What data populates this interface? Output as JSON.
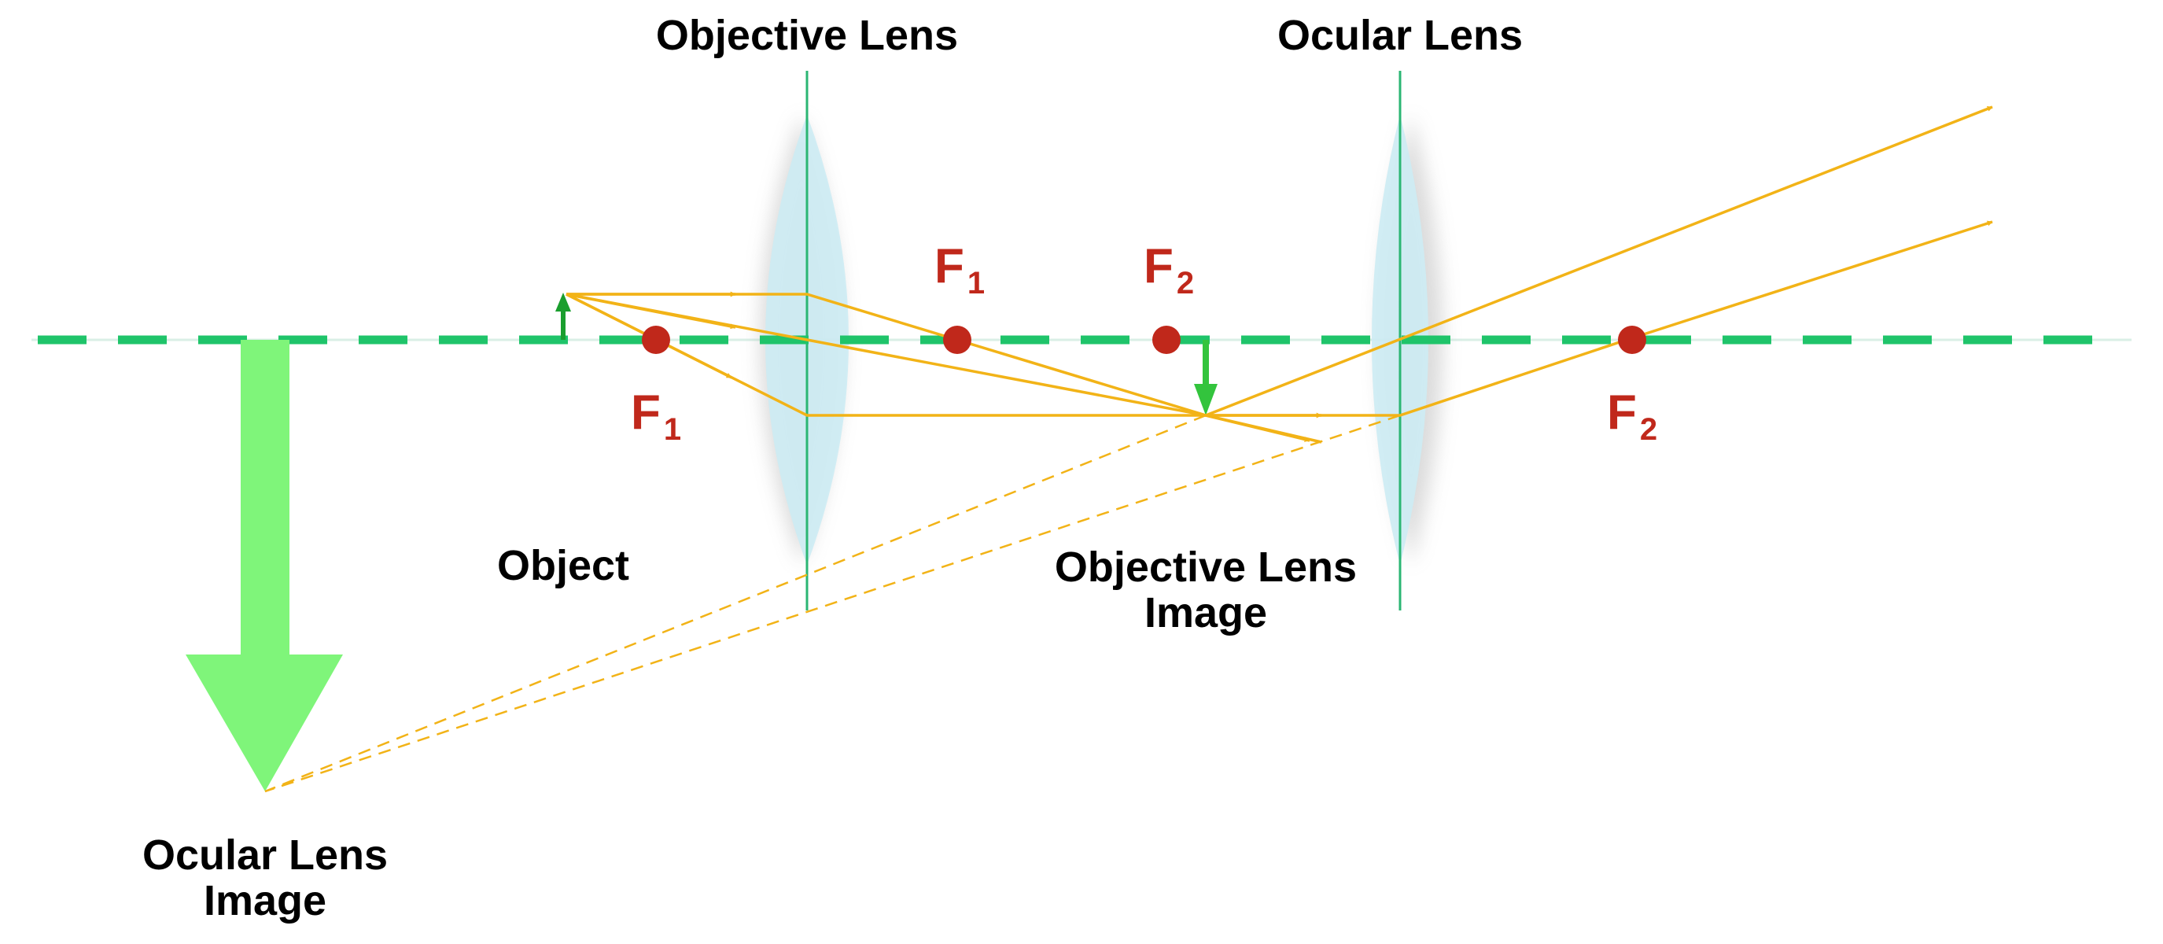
{
  "labels": {
    "objective_lens": "Objective Lens",
    "ocular_lens": "Ocular Lens",
    "object": "Object",
    "objective_image_line1": "Objective Lens",
    "objective_image_line2": "Image",
    "ocular_image_line1": "Ocular Lens",
    "ocular_image_line2": "Image"
  },
  "focal_points": [
    {
      "letter": "F",
      "sub": "1"
    },
    {
      "letter": "F",
      "sub": "1"
    },
    {
      "letter": "F",
      "sub": "2"
    },
    {
      "letter": "F",
      "sub": "2"
    }
  ],
  "colors": {
    "optical_axis": "#1fc46a",
    "lens_fill": "#cdebf3",
    "lens_axis_line": "#2bb673",
    "ray": "#f2b317",
    "focal_point": "#c0281b",
    "object_arrow": "#1a9e2e",
    "image_arrow": "#33c43d",
    "final_image_arrow": "#7ff57a"
  }
}
